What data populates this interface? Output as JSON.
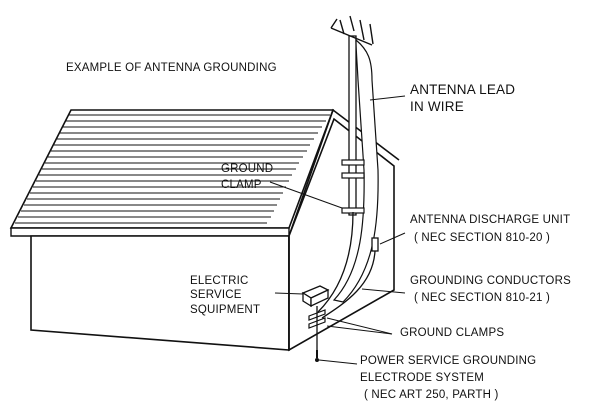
{
  "diagram": {
    "title": "EXAMPLE OF ANTENNA GROUNDING",
    "labels": {
      "antenna_lead": [
        "ANTENNA LEAD",
        "IN WIRE"
      ],
      "ground_clamp": [
        "GROUND",
        "CLAMP"
      ],
      "antenna_discharge_unit": [
        "ANTENNA DISCHARGE UNIT",
        "( NEC SECTION 810-20 )"
      ],
      "electric_service_equipment": [
        "ELECTRIC",
        "SERVICE",
        "SQUIPMENT"
      ],
      "grounding_conductors": [
        "GROUNDING CONDUCTORS",
        "( NEC SECTION 810-21 )"
      ],
      "ground_clamps": "GROUND CLAMPS",
      "power_service_grounding": [
        "POWER SERVICE GROUNDING",
        "ELECTRODE SYSTEM",
        "( NEC ART 250, PARTH )"
      ]
    }
  }
}
